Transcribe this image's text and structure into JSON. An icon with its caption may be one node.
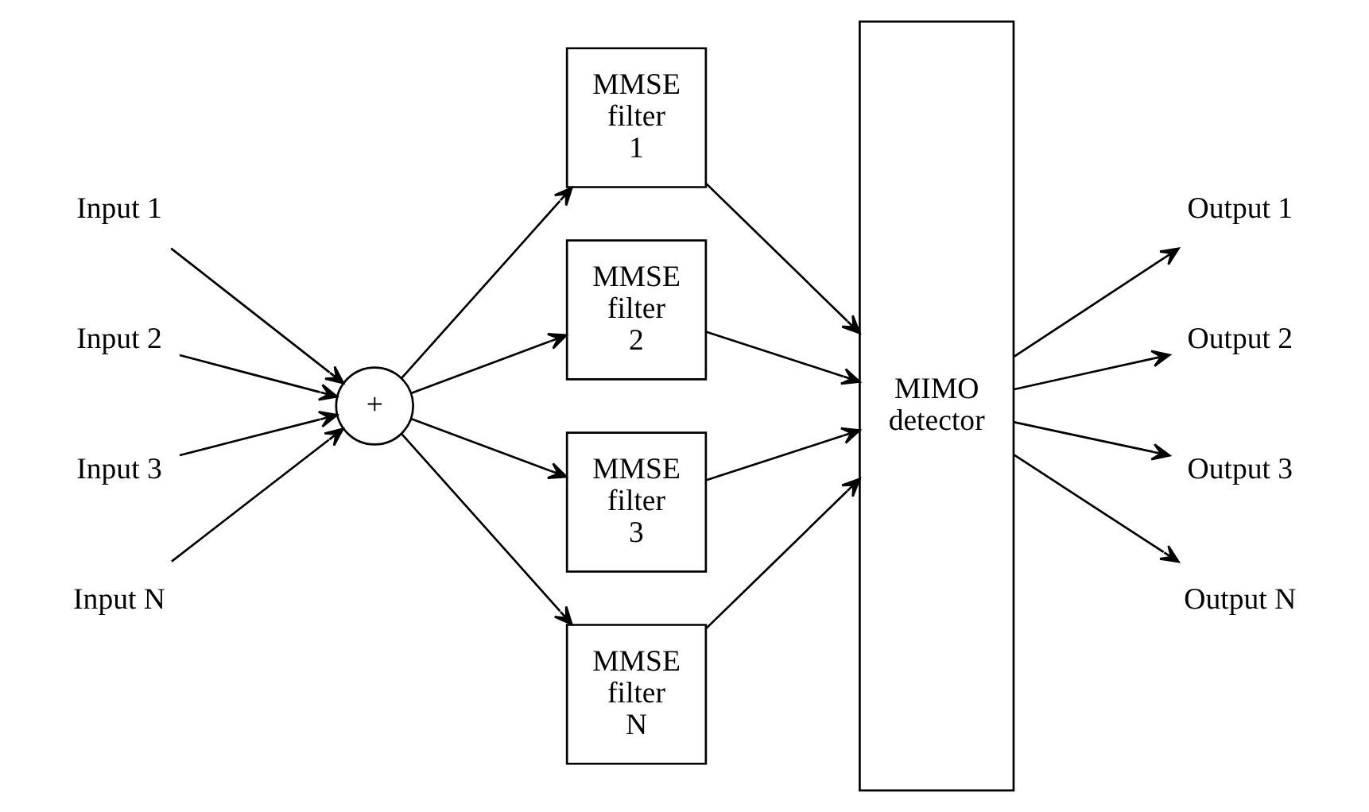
{
  "diagram": {
    "nodes": [
      {
        "text": [
          "Input 1"
        ]
      },
      {
        "text": [
          "Input 2"
        ]
      },
      {
        "text": [
          "Input 3"
        ]
      },
      {
        "text": [
          "Input N"
        ]
      },
      {
        "text": [
          "+"
        ]
      },
      {
        "text": [
          "MMSE filter 1"
        ]
      },
      {
        "text": [
          "MMSE filter 2"
        ]
      },
      {
        "text": [
          "MMSE filter 3"
        ]
      },
      {
        "text": [
          "MMSE filter N"
        ]
      },
      {
        "text": [
          "MIMO detector"
        ]
      },
      {
        "text": [
          "Output 1"
        ]
      },
      {
        "text": [
          "Output 2"
        ]
      },
      {
        "text": [
          "Output 3"
        ]
      },
      {
        "text": [
          "Output N"
        ]
      }
    ],
    "edges": [
      {
        "from": 0,
        "to": 4,
        "arrow": "to"
      },
      {
        "from": 1,
        "to": 4,
        "arrow": "to"
      },
      {
        "from": 2,
        "to": 4,
        "arrow": "to"
      },
      {
        "from": 3,
        "to": 4,
        "arrow": "to"
      },
      {
        "from": 4,
        "to": 5,
        "arrow": "to"
      },
      {
        "from": 4,
        "to": 6,
        "arrow": "to"
      },
      {
        "from": 4,
        "to": 7,
        "arrow": "to"
      },
      {
        "from": 4,
        "to": 8,
        "arrow": "to"
      },
      {
        "from": 5,
        "to": 9,
        "arrow": "to"
      },
      {
        "from": 6,
        "to": 9,
        "arrow": "to"
      },
      {
        "from": 7,
        "to": 9,
        "arrow": "to"
      },
      {
        "from": 8,
        "to": 9,
        "arrow": "to"
      },
      {
        "from": 9,
        "to": 10,
        "arrow": "to"
      },
      {
        "from": 9,
        "to": 11,
        "arrow": "to"
      },
      {
        "from": 9,
        "to": 12,
        "arrow": "to"
      },
      {
        "from": 9,
        "to": 13,
        "arrow": "to"
      }
    ]
  }
}
